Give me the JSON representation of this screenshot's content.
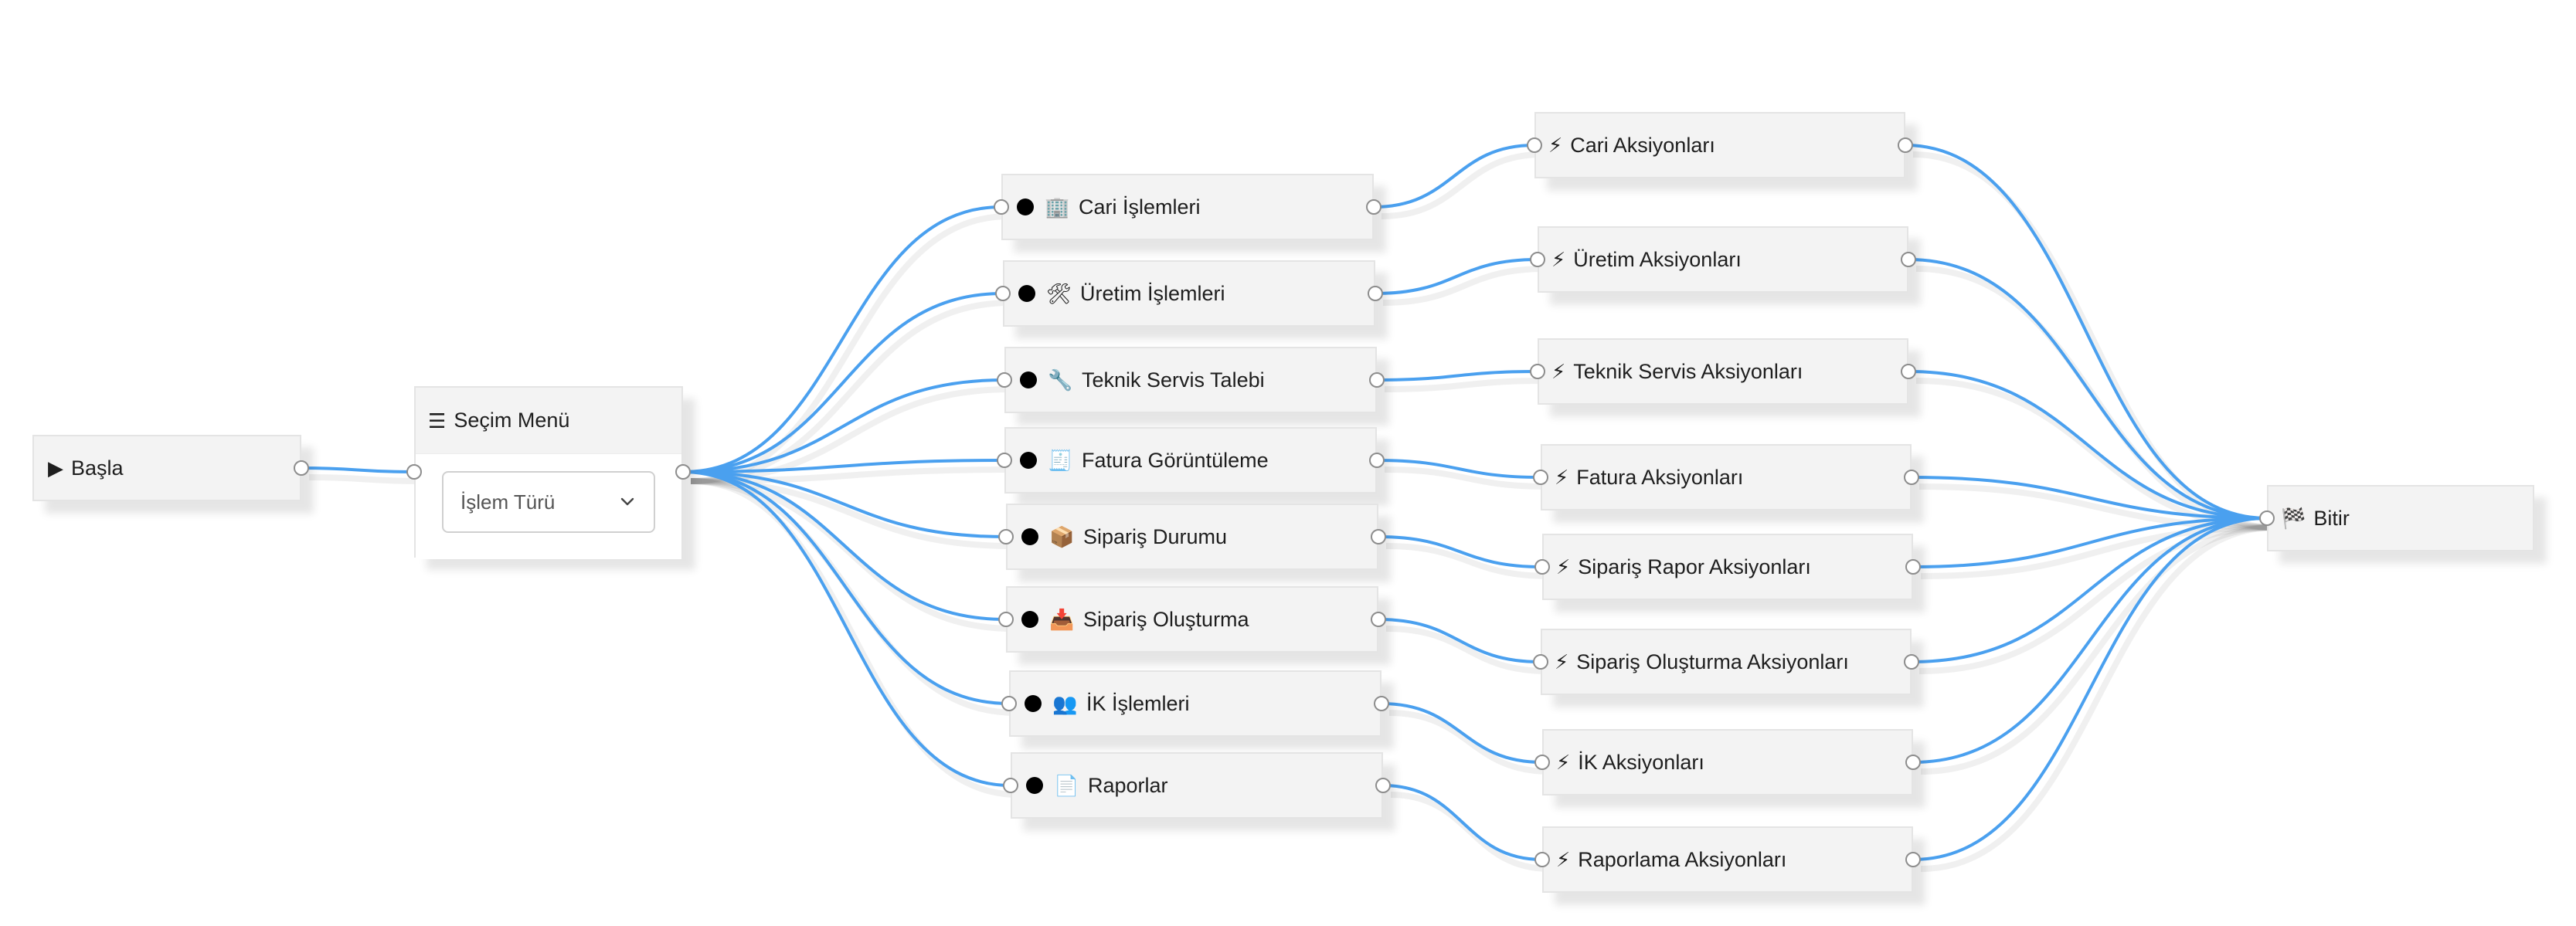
{
  "colors": {
    "wire": "#4aa0ef",
    "node_bg": "#f3f3f3",
    "port_border": "#8d8d8d"
  },
  "start": {
    "label": "Başla",
    "icon": "play-icon"
  },
  "menu": {
    "title": "Seçim Menü",
    "icon": "hamburger-menu-icon",
    "select_value": "İşlem Türü"
  },
  "options": [
    {
      "label": "Cari İşlemleri",
      "icon": "office-building-icon",
      "emoji": "🏢"
    },
    {
      "label": "Üretim İşlemleri",
      "icon": "hammer-wrench-icon",
      "emoji": "🛠"
    },
    {
      "label": "Teknik Servis Talebi",
      "icon": "wrench-icon",
      "emoji": "🔧"
    },
    {
      "label": "Fatura Görüntüleme",
      "icon": "receipt-icon",
      "emoji": "🧾"
    },
    {
      "label": "Sipariş Durumu",
      "icon": "package-icon",
      "emoji": "📦"
    },
    {
      "label": "Sipariş Oluşturma",
      "icon": "inbox-tray-icon",
      "emoji": "📥"
    },
    {
      "label": "İK İşlemleri",
      "icon": "people-icon",
      "emoji": "👥"
    },
    {
      "label": "Raporlar",
      "icon": "page-icon",
      "emoji": "📄"
    }
  ],
  "actions": [
    {
      "label": "Cari Aksiyonları",
      "icon": "lightning-icon"
    },
    {
      "label": "Üretim Aksiyonları",
      "icon": "lightning-icon"
    },
    {
      "label": "Teknik Servis Aksiyonları",
      "icon": "lightning-icon"
    },
    {
      "label": "Fatura Aksiyonları",
      "icon": "lightning-icon"
    },
    {
      "label": "Sipariş Rapor Aksiyonları",
      "icon": "lightning-icon"
    },
    {
      "label": "Sipariş Oluşturma Aksiyonları",
      "icon": "lightning-icon"
    },
    {
      "label": "İK Aksiyonları",
      "icon": "lightning-icon"
    },
    {
      "label": "Raporlama Aksiyonları",
      "icon": "lightning-icon"
    }
  ],
  "end": {
    "label": "Bitir",
    "icon": "checkered-flag-icon"
  }
}
